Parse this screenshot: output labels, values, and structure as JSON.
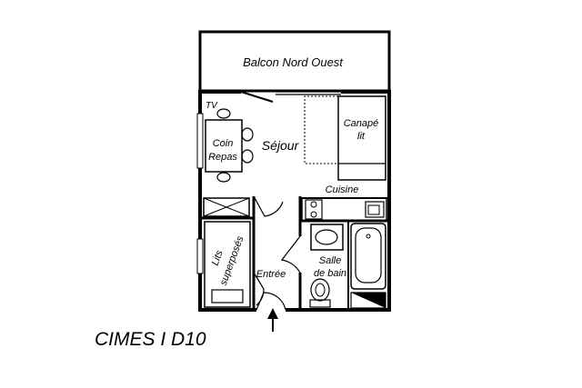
{
  "plan": {
    "title": "CIMES I D10",
    "rooms": {
      "balcony": "Balcon Nord Ouest",
      "tv": "TV",
      "dining_line1": "Coin",
      "dining_line2": "Repas",
      "living": "Séjour",
      "sofa_line1": "Canapé",
      "sofa_line2": "lit",
      "kitchen": "Cuisine",
      "bunk_line1": "Lits",
      "bunk_line2": "superposés",
      "entrance": "Entrée",
      "bathroom_line1": "Salle",
      "bathroom_line2": "de bain"
    }
  }
}
